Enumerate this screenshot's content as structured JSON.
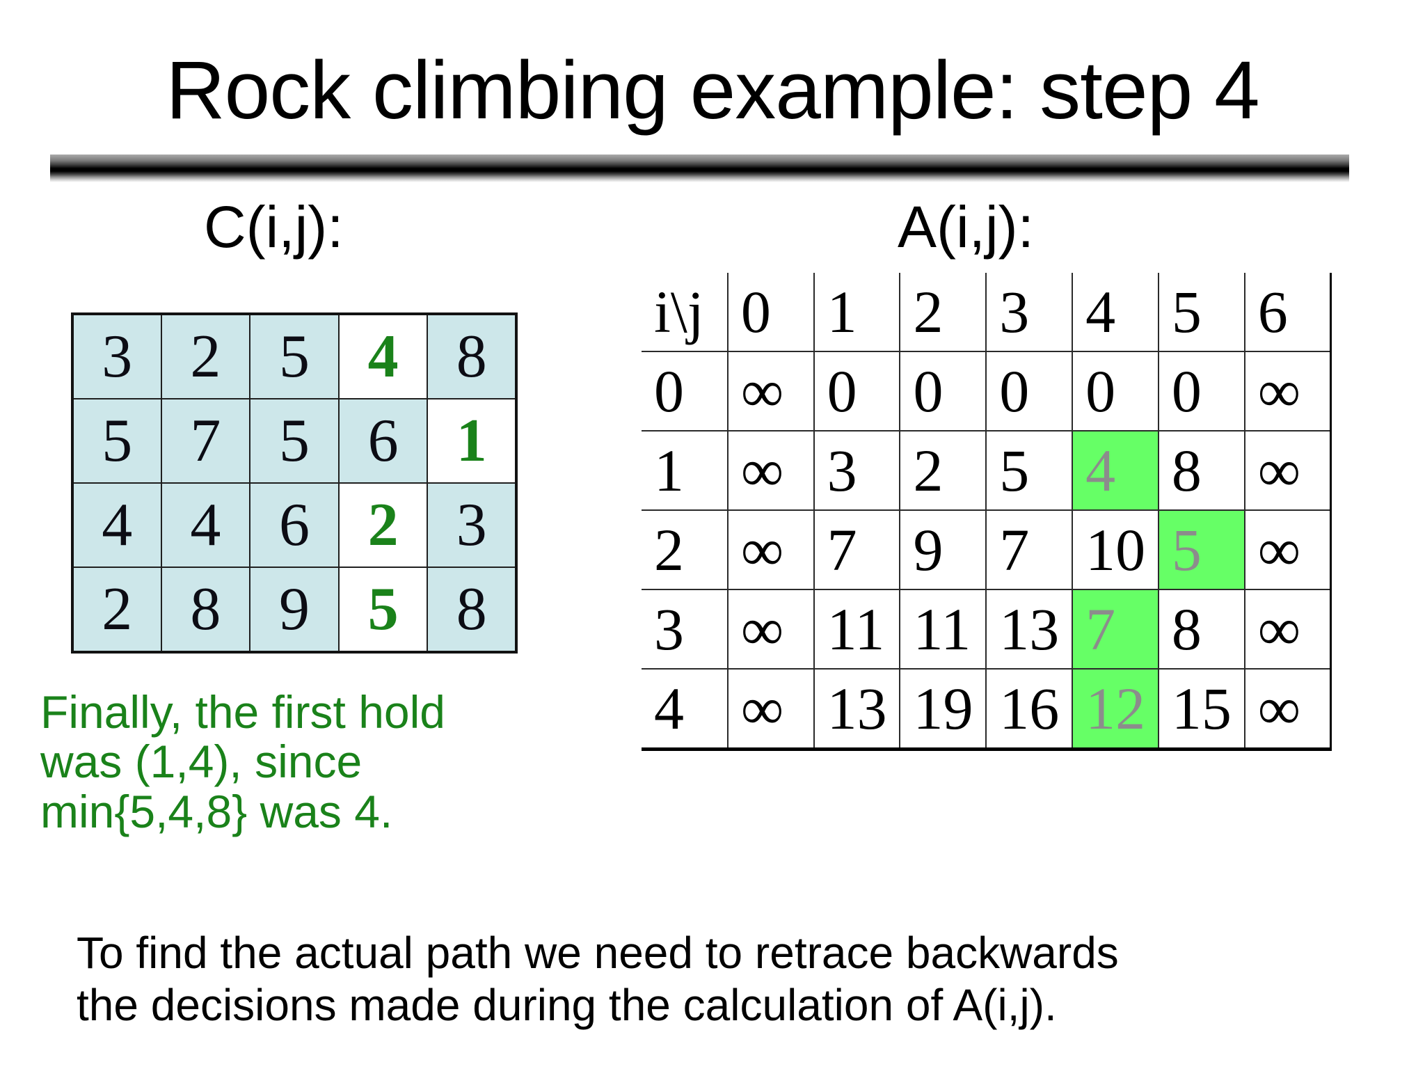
{
  "title": "Rock climbing example: step 4",
  "c_table": {
    "label": "C(i,j):",
    "rows": [
      [
        "3",
        "2",
        "5",
        "4",
        "8"
      ],
      [
        "5",
        "7",
        "5",
        "6",
        "1"
      ],
      [
        "4",
        "4",
        "6",
        "2",
        "3"
      ],
      [
        "2",
        "8",
        "9",
        "5",
        "8"
      ]
    ],
    "highlights": [
      [
        0,
        3
      ],
      [
        1,
        4
      ],
      [
        2,
        3
      ],
      [
        3,
        3
      ]
    ]
  },
  "a_table": {
    "label": "A(i,j):",
    "rows": [
      [
        "i\\j",
        "0",
        "1",
        "2",
        "3",
        "4",
        "5",
        "6"
      ],
      [
        "0",
        "∞",
        "0",
        "0",
        "0",
        "0",
        "0",
        "∞"
      ],
      [
        "1",
        "∞",
        "3",
        "2",
        "5",
        "4",
        "8",
        "∞"
      ],
      [
        "2",
        "∞",
        "7",
        "9",
        "7",
        "10",
        "5",
        "∞"
      ],
      [
        "3",
        "∞",
        "11",
        "11",
        "13",
        "7",
        "8",
        "∞"
      ],
      [
        "4",
        "∞",
        "13",
        "19",
        "16",
        "12",
        "15",
        "∞"
      ]
    ],
    "highlights": [
      [
        2,
        5
      ],
      [
        3,
        6
      ],
      [
        4,
        5
      ],
      [
        5,
        5
      ]
    ]
  },
  "finally_note": "Finally, the first hold\nwas  (1,4), since\nmin{5,4,8} was 4.",
  "bottom_note": "To find the actual path we need to retrace backwards\nthe decisions made during the calculation of A(i,j).",
  "colors": {
    "highlight_green": "#66ff66",
    "note_green": "#1a821a",
    "cell_blue": "#cde7ea",
    "muted_gray": "#8c8c8c"
  }
}
